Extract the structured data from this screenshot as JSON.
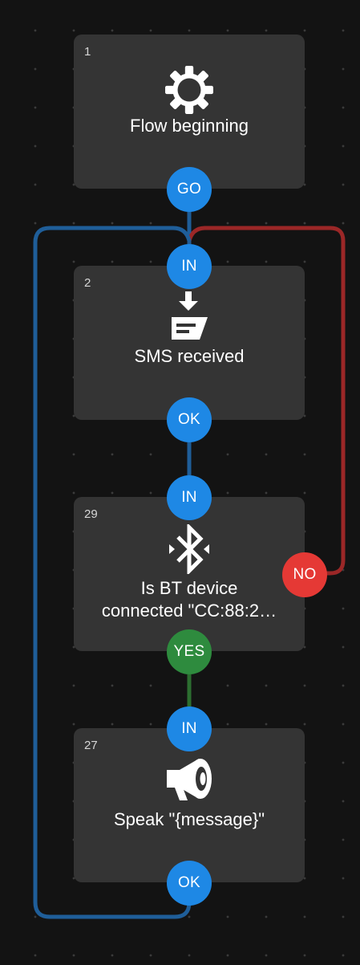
{
  "colors": {
    "background": "#131313",
    "block": "#343434",
    "port_default": "#1e88e5",
    "port_yes": "#2e8b3e",
    "port_no": "#e53935",
    "line_default": "#1f5e99",
    "line_yes": "#2c6e30",
    "line_no": "#9b2727"
  },
  "blocks": [
    {
      "number": "1",
      "icon": "gear-icon",
      "title": "Flow beginning",
      "ports": {
        "out": "GO"
      }
    },
    {
      "number": "2",
      "icon": "sms-received-icon",
      "title": "SMS received",
      "ports": {
        "in": "IN",
        "out": "OK"
      }
    },
    {
      "number": "29",
      "icon": "bluetooth-icon",
      "title_line1": "Is BT device",
      "title_line2": "connected \"CC:88:2…",
      "ports": {
        "in": "IN",
        "yes": "YES",
        "no": "NO"
      }
    },
    {
      "number": "27",
      "icon": "speaker-icon",
      "title": "Speak \"{message}\"",
      "ports": {
        "in": "IN",
        "out": "OK"
      }
    }
  ]
}
